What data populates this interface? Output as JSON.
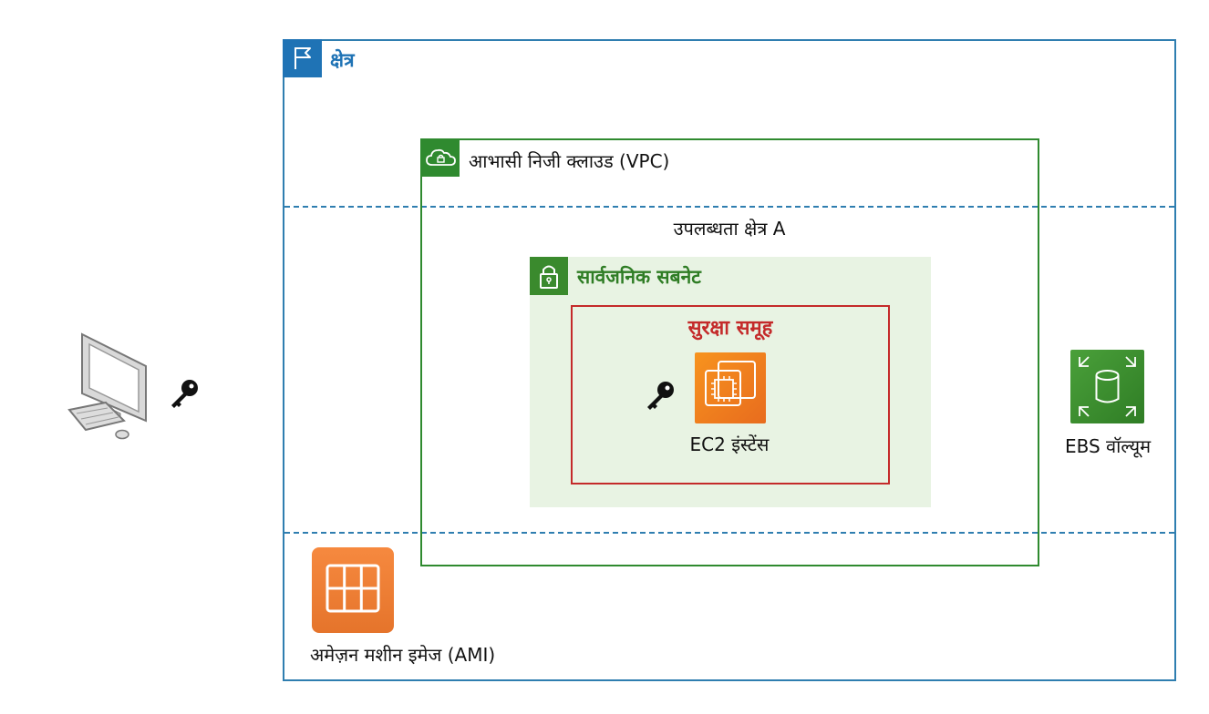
{
  "region": {
    "label": "क्षेत्र",
    "icon": "flag-icon",
    "color": "#1f73b5"
  },
  "vpc": {
    "label": "आभासी निजी क्लाउड (VPC)",
    "icon": "cloud-lock-icon",
    "color": "#2f8a2f"
  },
  "availability_zone": {
    "label": "उपलब्धता क्षेत्र A"
  },
  "public_subnet": {
    "label": "सार्वजनिक सबनेट",
    "icon": "padlock-icon",
    "color": "#3a8a2d",
    "fill": "#e8f3e3"
  },
  "security_group": {
    "label": "सुरक्षा समूह",
    "color": "#c42a2a"
  },
  "ec2": {
    "label": "EC2 इंस्टेंस",
    "icon": "ec2-chip-icon",
    "color": "#ed7a1f"
  },
  "ebs": {
    "label": "EBS वॉल्यूम",
    "icon": "ebs-volume-icon",
    "color": "#3a8a2d"
  },
  "ami": {
    "label": "अमेज़न मशीन इमेज (AMI)",
    "icon": "ami-grid-icon",
    "color": "#ed7a1f"
  },
  "client": {
    "icon": "desktop-computer-icon"
  },
  "keys": {
    "icon": "key-icon"
  }
}
